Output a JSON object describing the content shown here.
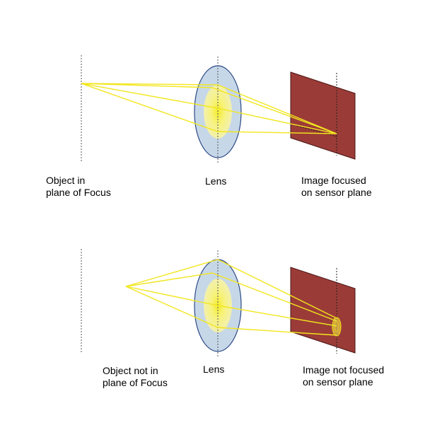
{
  "colors": {
    "ray": "#f2e61e",
    "lens_fill": "#c6d7e8",
    "lens_stroke": "#2d4a86",
    "lens_core": "#f4ee4a",
    "sensor_fill": "#9b3b37",
    "sensor_stroke": "#4a1514",
    "axis_line": "#555555",
    "blur_circle": "#e8d21c"
  },
  "top_panel": {
    "object_label": [
      "Object in",
      "plane of Focus"
    ],
    "lens_label": "Lens",
    "image_label": [
      "Image focused",
      "on sensor plane"
    ]
  },
  "bottom_panel": {
    "object_label": [
      "Object not in",
      "plane of Focus"
    ],
    "lens_label": "Lens",
    "image_label": [
      "Image not focused",
      "on sensor plane"
    ]
  }
}
